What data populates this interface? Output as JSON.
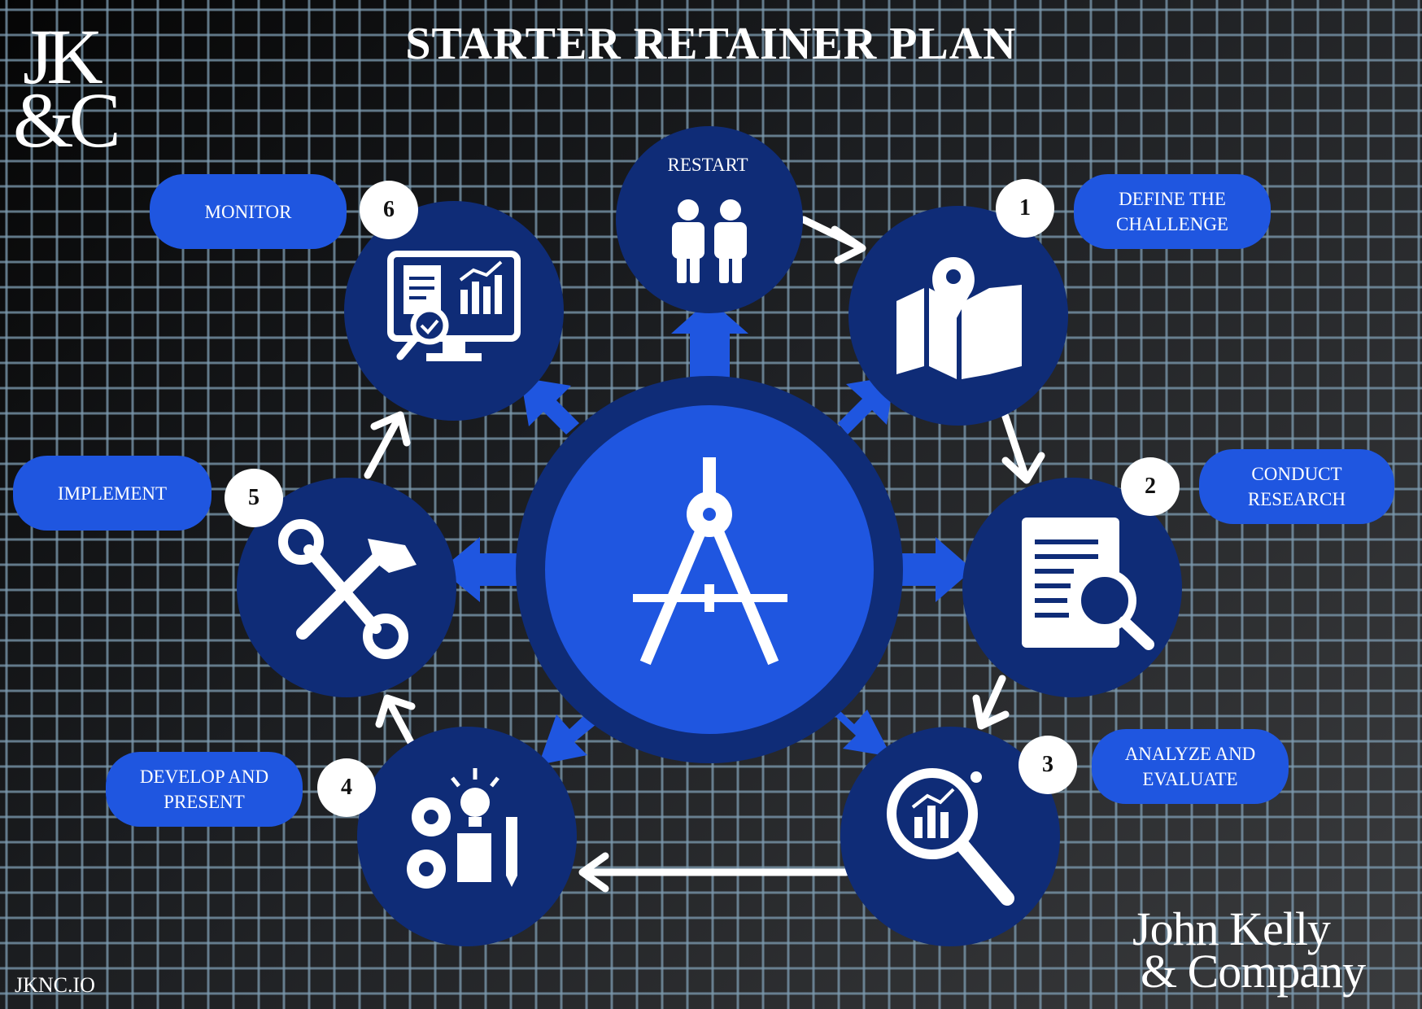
{
  "title": "STARTER RETAINER PLAN",
  "logo": {
    "line1": "JK",
    "line2": "&C"
  },
  "footer": {
    "url": "JKNC.IO"
  },
  "brand": {
    "line1": "John Kelly",
    "line2": "& Company"
  },
  "colors": {
    "circle_dark": "#0f2c77",
    "circle_mid": "#1d3f9f",
    "accent": "#1f56e0",
    "grid": "#7d9bb0"
  },
  "center": {
    "icon": "compass-icon"
  },
  "restart": {
    "label": "RESTART",
    "icon": "people-icon"
  },
  "steps": [
    {
      "number": "1",
      "label": "DEFINE THE\nCHALLENGE",
      "icon": "map-pin-icon"
    },
    {
      "number": "2",
      "label": "CONDUCT\nRESEARCH",
      "icon": "document-search-icon"
    },
    {
      "number": "3",
      "label": "ANALYZE AND\nEVALUATE",
      "icon": "analytics-magnifier-icon"
    },
    {
      "number": "4",
      "label": "DEVELOP AND\nPRESENT",
      "icon": "ideas-gears-icon"
    },
    {
      "number": "5",
      "label": "IMPLEMENT",
      "icon": "tools-icon"
    },
    {
      "number": "6",
      "label": "MONITOR",
      "icon": "monitor-report-icon"
    }
  ]
}
